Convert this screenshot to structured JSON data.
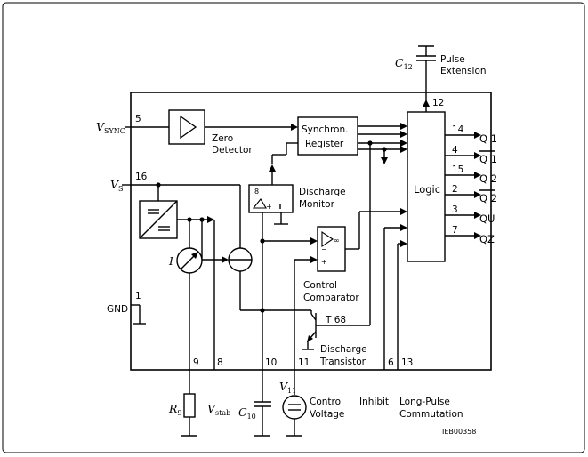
{
  "blocks": {
    "zero_detector": [
      "Zero",
      "Detector"
    ],
    "sync_register": [
      "Synchron.",
      "Register"
    ],
    "logic": "Logic",
    "discharge_monitor": [
      "Discharge",
      "Monitor"
    ],
    "discharge_monitor_pin": "8",
    "control_comparator": [
      "Control",
      "Comparator"
    ],
    "comparator_symbol": "∞",
    "discharge_transistor": [
      "Discharge",
      "Transistor"
    ],
    "transistor_label": "T 68"
  },
  "signals": {
    "vsync": {
      "main": "V",
      "sub": "SYNC"
    },
    "vs": {
      "main": "V",
      "sub": "S"
    },
    "gnd": "GND",
    "current": "I",
    "r9": {
      "main": "R",
      "sub": "9"
    },
    "vstab": {
      "main": "V",
      "sub": "stab"
    },
    "c10": {
      "main": "C",
      "sub": "10"
    },
    "v11": {
      "main": "V",
      "sub": "11"
    },
    "c12": {
      "main": "C",
      "sub": "12"
    },
    "control_voltage": [
      "Control",
      "Voltage"
    ],
    "inhibit": "Inhibit",
    "long_pulse": [
      "Long-Pulse",
      "Commutation"
    ],
    "pulse_extension": [
      "Pulse",
      "Extension"
    ]
  },
  "pins": {
    "p5": "5",
    "p16": "16",
    "p1": "1",
    "p9": "9",
    "p8": "8",
    "p10": "10",
    "p11": "11",
    "p6": "6",
    "p13": "13",
    "p12": "12",
    "p14": "14",
    "p4": "4",
    "p15": "15",
    "p2": "2",
    "p3": "3",
    "p7": "7"
  },
  "outputs": {
    "q1": "Q 1",
    "q1n": "Q 1",
    "q2": "Q 2",
    "q2n": "Q 2",
    "qu": "QU",
    "qz": "QZ"
  },
  "figure_code": "IEB00358"
}
